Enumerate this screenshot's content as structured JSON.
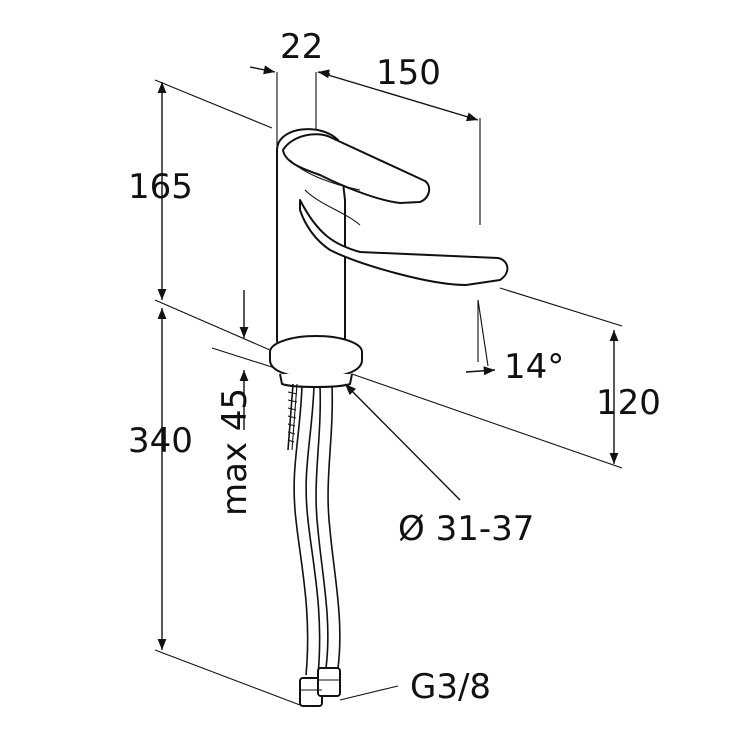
{
  "dimensions": {
    "width_22": "22",
    "reach_150": "150",
    "height_165": "165",
    "angle_14": "14°",
    "spout_120": "120",
    "thickness_max45": "max 45",
    "hose_340": "340",
    "hole_diameter": "Ø 31-37",
    "connection": "G3/8"
  },
  "colors": {
    "line": "#111111",
    "background": "#ffffff"
  }
}
